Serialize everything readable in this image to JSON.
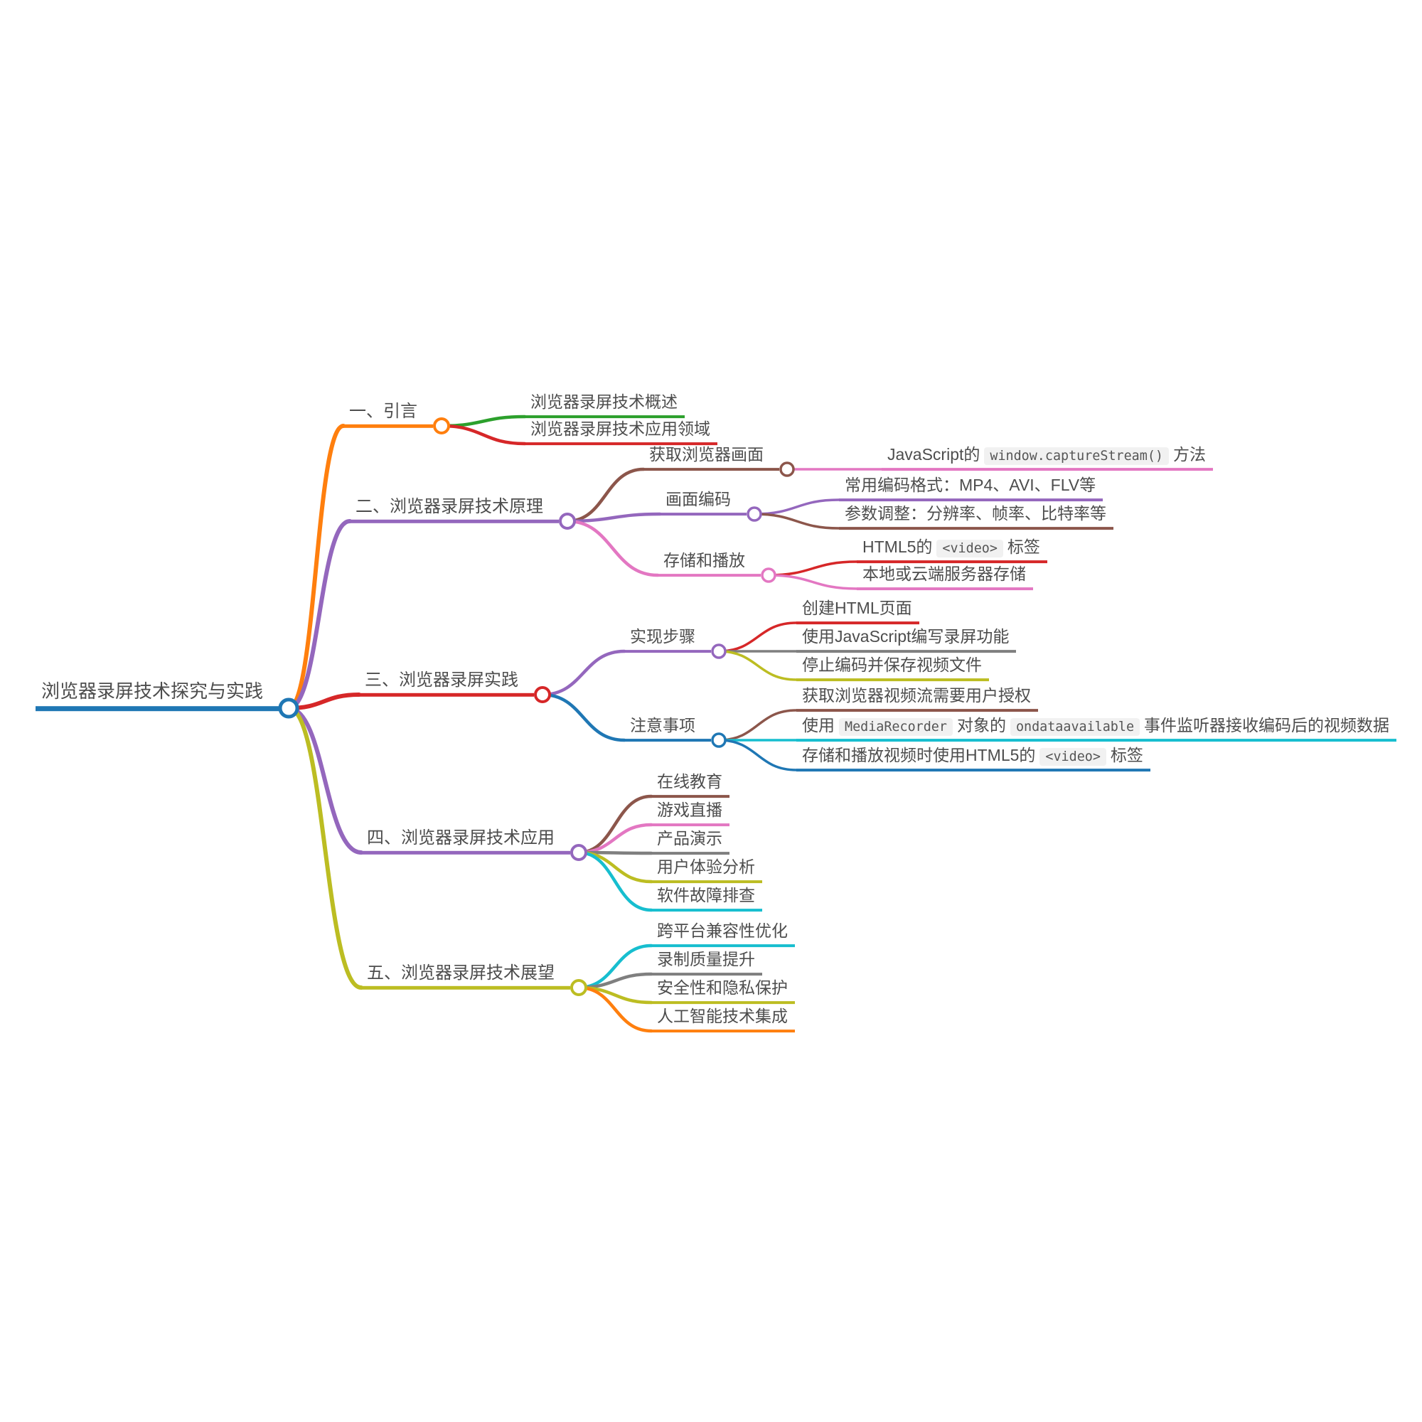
{
  "canvas": {
    "background": "#ffffff",
    "text_color": "#4d4d4d",
    "code_chip_background": "#f1f1f1"
  },
  "palette": {
    "blue": "#1f77b4",
    "orange": "#ff7f0e",
    "green": "#2ca02c",
    "red": "#d62728",
    "purple": "#9467bd",
    "brown": "#8c564b",
    "pink": "#e377c2",
    "gray": "#7f7f7f",
    "olive": "#bcbd22",
    "cyan": "#17becf"
  },
  "mindmap": {
    "root": {
      "label": [
        {
          "t": "浏览器录屏技术探究与实践"
        }
      ],
      "color": "#1f77b4",
      "children": [
        {
          "label": [
            {
              "t": "一、引言"
            }
          ],
          "color": "#ff7f0e",
          "children": [
            {
              "label": [
                {
                  "t": "浏览器录屏技术概述"
                }
              ],
              "color": "#2ca02c"
            },
            {
              "label": [
                {
                  "t": "浏览器录屏技术应用领域"
                }
              ],
              "color": "#d62728"
            }
          ]
        },
        {
          "label": [
            {
              "t": "二、浏览器录屏技术原理"
            }
          ],
          "color": "#9467bd",
          "children": [
            {
              "label": [
                {
                  "t": "获取浏览器画面"
                }
              ],
              "color": "#8c564b",
              "children": [
                {
                  "label": [
                    {
                      "t": "JavaScript的"
                    },
                    {
                      "c": "window.captureStream()"
                    },
                    {
                      "t": "方法"
                    }
                  ],
                  "color": "#e377c2"
                }
              ]
            },
            {
              "label": [
                {
                  "t": "画面编码"
                }
              ],
              "color": "#9467bd",
              "children": [
                {
                  "label": [
                    {
                      "t": "常用编码格式：MP4、AVI、FLV等"
                    }
                  ],
                  "color": "#9467bd"
                },
                {
                  "label": [
                    {
                      "t": "参数调整：分辨率、帧率、比特率等"
                    }
                  ],
                  "color": "#8c564b"
                }
              ]
            },
            {
              "label": [
                {
                  "t": "存储和播放"
                }
              ],
              "color": "#e377c2",
              "children": [
                {
                  "label": [
                    {
                      "t": "HTML5的"
                    },
                    {
                      "c": "<video>"
                    },
                    {
                      "t": "标签"
                    }
                  ],
                  "color": "#d62728"
                },
                {
                  "label": [
                    {
                      "t": "本地或云端服务器存储"
                    }
                  ],
                  "color": "#e377c2"
                }
              ]
            }
          ]
        },
        {
          "label": [
            {
              "t": "三、浏览器录屏实践"
            }
          ],
          "color": "#d62728",
          "children": [
            {
              "label": [
                {
                  "t": "实现步骤"
                }
              ],
              "color": "#9467bd",
              "children": [
                {
                  "label": [
                    {
                      "t": "创建HTML页面"
                    }
                  ],
                  "color": "#d62728"
                },
                {
                  "label": [
                    {
                      "t": "使用JavaScript编写录屏功能"
                    }
                  ],
                  "color": "#7f7f7f"
                },
                {
                  "label": [
                    {
                      "t": "停止编码并保存视频文件"
                    }
                  ],
                  "color": "#bcbd22"
                }
              ]
            },
            {
              "label": [
                {
                  "t": "注意事项"
                }
              ],
              "color": "#1f77b4",
              "children": [
                {
                  "label": [
                    {
                      "t": "获取浏览器视频流需要用户授权"
                    }
                  ],
                  "color": "#8c564b"
                },
                {
                  "label": [
                    {
                      "t": "使用"
                    },
                    {
                      "c": "MediaRecorder"
                    },
                    {
                      "t": "对象的"
                    },
                    {
                      "c": "ondataavailable"
                    },
                    {
                      "t": "事件监听器接收编码后的视频数据"
                    }
                  ],
                  "color": "#17becf"
                },
                {
                  "label": [
                    {
                      "t": "存储和播放视频时使用HTML5的"
                    },
                    {
                      "c": "<video>"
                    },
                    {
                      "t": "标签"
                    }
                  ],
                  "color": "#1f77b4"
                }
              ]
            }
          ]
        },
        {
          "label": [
            {
              "t": "四、浏览器录屏技术应用"
            }
          ],
          "color": "#9467bd",
          "children": [
            {
              "label": [
                {
                  "t": "在线教育"
                }
              ],
              "color": "#8c564b"
            },
            {
              "label": [
                {
                  "t": "游戏直播"
                }
              ],
              "color": "#e377c2"
            },
            {
              "label": [
                {
                  "t": "产品演示"
                }
              ],
              "color": "#7f7f7f"
            },
            {
              "label": [
                {
                  "t": "用户体验分析"
                }
              ],
              "color": "#bcbd22"
            },
            {
              "label": [
                {
                  "t": "软件故障排查"
                }
              ],
              "color": "#17becf"
            }
          ]
        },
        {
          "label": [
            {
              "t": "五、浏览器录屏技术展望"
            }
          ],
          "color": "#bcbd22",
          "children": [
            {
              "label": [
                {
                  "t": "跨平台兼容性优化"
                }
              ],
              "color": "#17becf"
            },
            {
              "label": [
                {
                  "t": "录制质量提升"
                }
              ],
              "color": "#7f7f7f"
            },
            {
              "label": [
                {
                  "t": "安全性和隐私保护"
                }
              ],
              "color": "#bcbd22"
            },
            {
              "label": [
                {
                  "t": "人工智能技术集成"
                }
              ],
              "color": "#ff7f0e"
            }
          ]
        }
      ]
    }
  }
}
